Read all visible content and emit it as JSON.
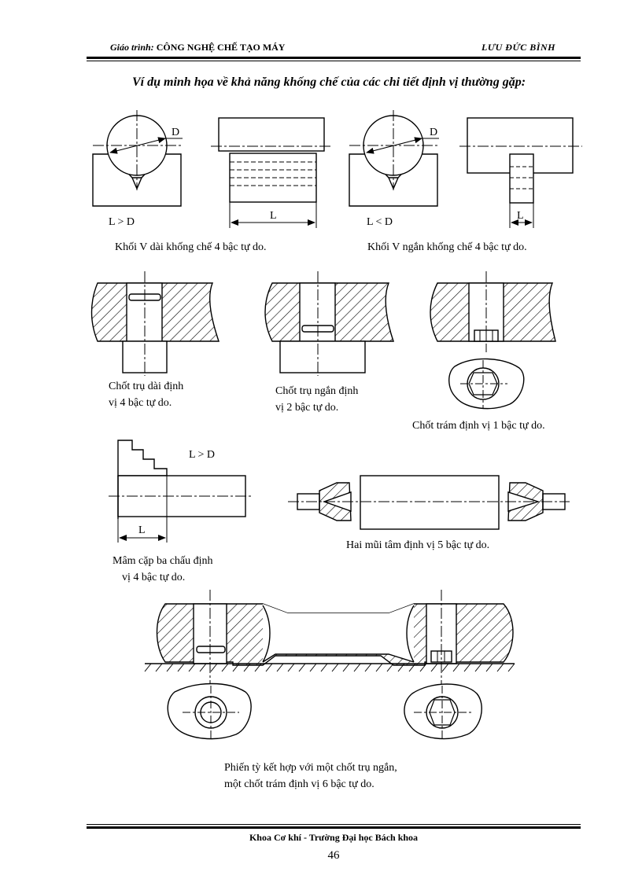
{
  "header": {
    "book_prefix": "Giáo trình:",
    "book_title": "CÔNG NGHỆ CHẾ TẠO MÁY",
    "author": "LƯU ĐỨC BÌNH"
  },
  "section_title": "Ví dụ minh họa về khả năng khống chế của các chi tiết định vị thường gặp:",
  "figures": {
    "v_long": {
      "dim_D": "D",
      "condition": "L > D",
      "dim_L": "L"
    },
    "v_short": {
      "dim_D": "D",
      "condition": "L < D",
      "dim_L": "L"
    },
    "caption_v_long": "Khối V dài khống chế 4 bậc tự do.",
    "caption_v_short": "Khối V ngắn khống chế 4 bậc tự do.",
    "caption_long_pin": [
      "Chốt trụ dài định",
      "vị 4 bậc tự do."
    ],
    "caption_short_pin": [
      "Chốt trụ ngắn định",
      "vị 2 bậc tự do."
    ],
    "caption_diamond_pin": "Chốt trám định vị 1 bậc tự do.",
    "chuck": {
      "condition": "L > D",
      "dim_L": "L"
    },
    "caption_chuck": [
      "Mâm cặp ba chấu định",
      "vị 4 bậc tự do."
    ],
    "caption_centers": "Hai mũi tâm định vị 5 bậc tự do.",
    "caption_plate": [
      "Phiến tỳ kết hợp với một chốt trụ ngắn,",
      "một chốt trám định vị 6 bậc tự do."
    ]
  },
  "footer": {
    "faculty": "Khoa Cơ khí - Trường Đại học Bách khoa",
    "page_number": "46"
  }
}
